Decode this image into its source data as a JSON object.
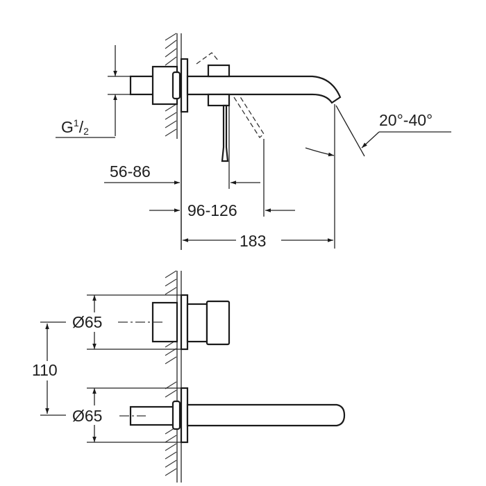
{
  "drawing": {
    "title": "Wall-mounted basin mixer dimension drawing",
    "side_view": {
      "thread_label": {
        "prefix": "G",
        "num": "1",
        "slash": "/",
        "den": "2"
      },
      "angle_label": "20°-40°",
      "dim_wall_depth": "56-86",
      "dim_handle": "96-126",
      "dim_spout_length": "183"
    },
    "top_view": {
      "dim_diameter_upper": "Ø65",
      "dim_diameter_lower": "Ø65",
      "dim_spacing": "110"
    },
    "colors": {
      "line": "#1a1a1a",
      "background": "#ffffff"
    }
  }
}
